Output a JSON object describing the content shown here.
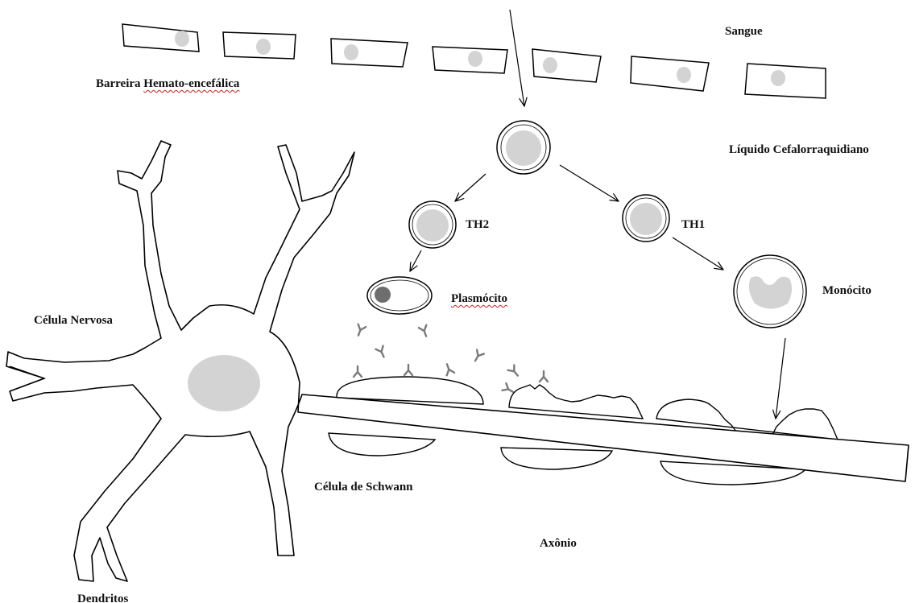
{
  "labels": {
    "sangue": "Sangue",
    "barreira_word1": "Barreira",
    "barreira_word2": "Hemato-encefálica",
    "liquido": "Líquido Cefalorraquidiano",
    "th2": "TH2",
    "th1": "TH1",
    "plasmocito": "Plasmócito",
    "monocito": "Monócito",
    "celula_nervosa": "Célula Nervosa",
    "celula_schwann": "Célula de Schwann",
    "axonio": "Axônio",
    "dendritos": "Dendritos"
  },
  "colors": {
    "outline": "#000000",
    "nucleus": "#d3d3d3",
    "plasma_nucleus": "#6e6e6e",
    "antibody": "#7a7a7a",
    "spellcheck_underline": "#d11a1a"
  }
}
